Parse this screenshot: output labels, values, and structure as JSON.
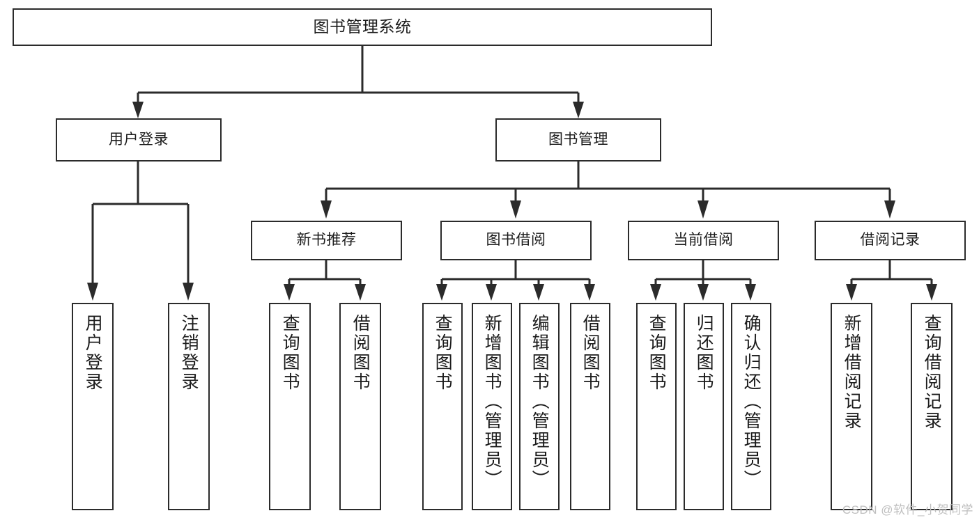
{
  "diagram": {
    "type": "tree",
    "title": "图书管理系统",
    "orientation": "top-down",
    "root": {
      "label": "图书管理系统"
    },
    "level1": [
      {
        "label": "用户登录"
      },
      {
        "label": "图书管理"
      }
    ],
    "level2": [
      {
        "label": "新书推荐"
      },
      {
        "label": "图书借阅"
      },
      {
        "label": "当前借阅"
      },
      {
        "label": "借阅记录"
      }
    ],
    "leaves": {
      "user_login": [
        {
          "label": "用户登录"
        },
        {
          "label": "注销登录"
        }
      ],
      "new_book_recommend": [
        {
          "label": "查询图书"
        },
        {
          "label": "借阅图书"
        }
      ],
      "book_borrow": [
        {
          "label": "查询图书"
        },
        {
          "label": "新增图书（管理员）"
        },
        {
          "label": "编辑图书（管理员）"
        },
        {
          "label": "借阅图书"
        }
      ],
      "current_borrow": [
        {
          "label": "查询图书"
        },
        {
          "label": "归还图书"
        },
        {
          "label": "确认归还（管理员）"
        }
      ],
      "borrow_record": [
        {
          "label": "新增借阅记录"
        },
        {
          "label": "查询借阅记录"
        }
      ]
    }
  },
  "watermark": {
    "text": "CSDN @软件_小贺同学"
  },
  "colors": {
    "line": "#2b2b2b",
    "box_border": "#2b2b2b",
    "box_fill": "#ffffff",
    "text": "#1b1b1b",
    "watermark": "#bfbfbf",
    "background": "#ffffff"
  }
}
